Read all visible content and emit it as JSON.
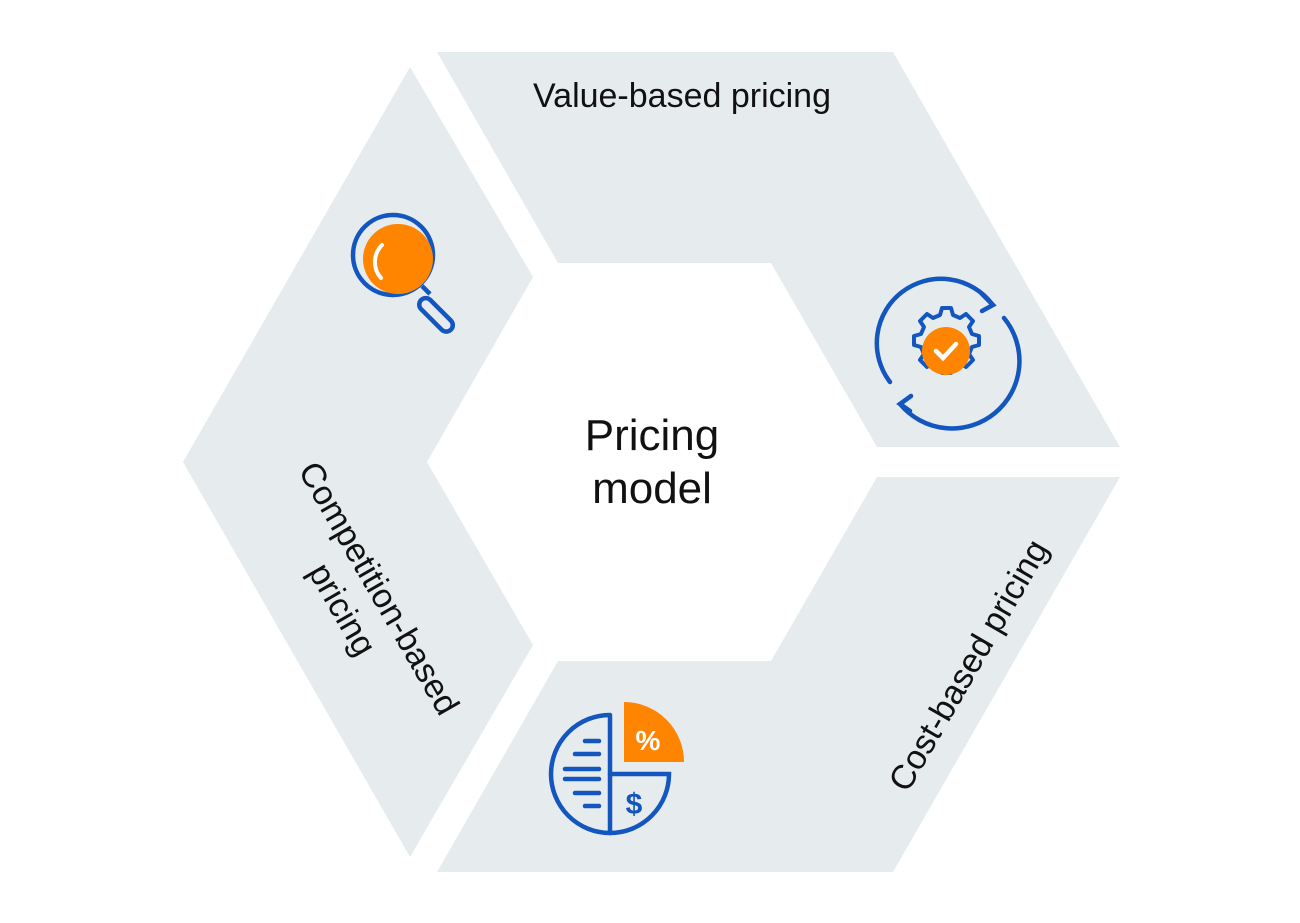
{
  "center": {
    "line1": "Pricing",
    "line2": "model"
  },
  "segments": {
    "value": {
      "label": "Value-based pricing",
      "icon": "gear-check-cycle-icon"
    },
    "competition": {
      "line1": "Competition-based",
      "line2": "pricing",
      "icon": "magnifier-icon"
    },
    "cost": {
      "label": "Cost-based pricing",
      "icon": "pie-chart-percent-dollar-icon"
    }
  },
  "colors": {
    "segment_fill": "#e6ebed",
    "icon_blue": "#1456c0",
    "icon_orange": "#ff8500"
  }
}
